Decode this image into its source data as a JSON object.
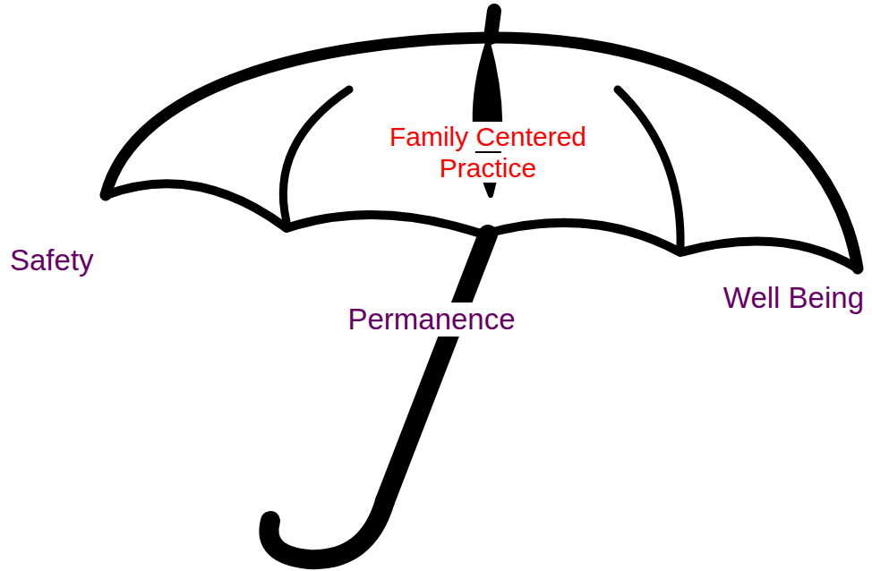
{
  "diagram": {
    "labels": [
      "Family Centered Practice",
      "Safety",
      "Permanence",
      "Well Being"
    ]
  }
}
